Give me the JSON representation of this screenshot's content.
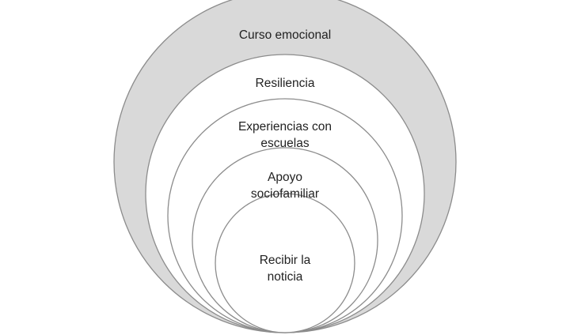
{
  "diagram": {
    "rings": [
      {
        "label_lines": [
          "Curso emocional"
        ],
        "fill": "#d9d9d9"
      },
      {
        "label_lines": [
          "Resiliencia"
        ],
        "fill": "#ffffff"
      },
      {
        "label_lines": [
          "Experiencias con",
          "escuelas"
        ],
        "fill": "#ffffff"
      },
      {
        "label_lines": [
          "Apoyo",
          "sociofamiliar"
        ],
        "fill": "#ffffff"
      },
      {
        "label_lines": [
          "Recibir la",
          "noticia"
        ],
        "fill": "#ffffff"
      }
    ],
    "stroke_color": "#8c8c8c",
    "text_color": "#222222"
  }
}
